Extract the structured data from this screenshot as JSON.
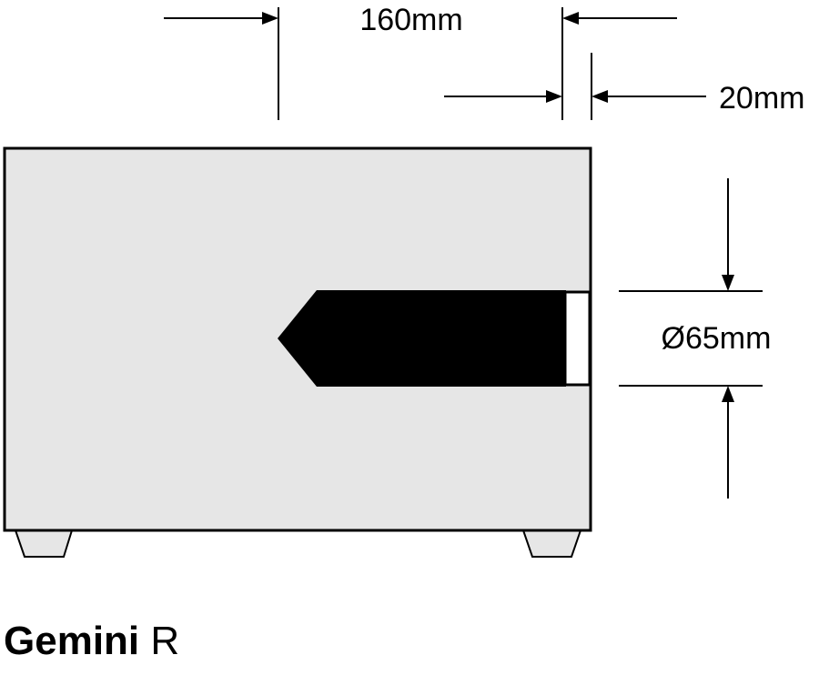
{
  "dimensions": {
    "depth_label": "160mm",
    "port_offset_label": "20mm",
    "port_diameter_label": "Ø65mm"
  },
  "colors": {
    "cabinet_fill": "#e6e6e6",
    "port_fill": "#000000",
    "port_opening": "#ffffff",
    "stroke": "#000000"
  },
  "product": {
    "name": "Gemini",
    "variant": "R"
  }
}
